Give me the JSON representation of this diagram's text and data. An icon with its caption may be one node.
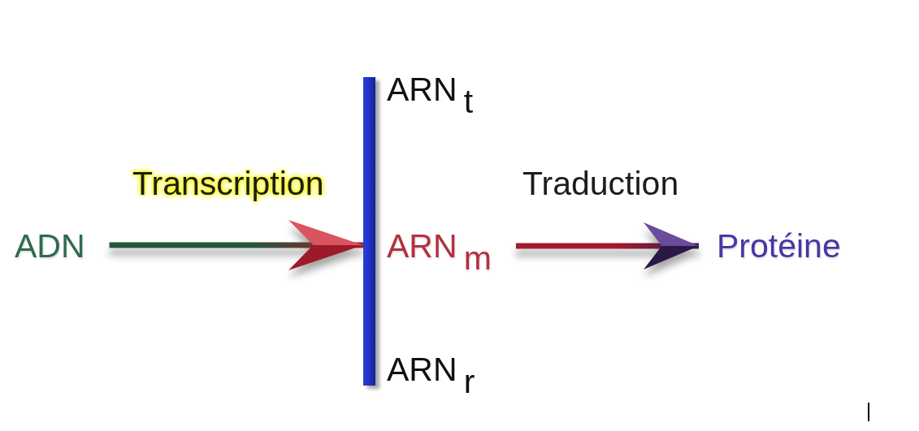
{
  "diagram": {
    "nodes": [
      {
        "text": [
          "ADN"
        ]
      },
      {
        "text": [],
        "shape": "bar",
        "beside": [
          "ARN$_{t}$",
          "ARN$_{r}$"
        ]
      },
      {
        "text": [
          "ARN$_{m}$"
        ]
      },
      {
        "text": [
          "Protéine"
        ]
      }
    ],
    "edges": [
      {
        "from": 0,
        "to": 1,
        "arrow": "to",
        "label": "Transcription"
      },
      {
        "from": 2,
        "to": 3,
        "arrow": "to",
        "label": "Traduction"
      }
    ]
  }
}
